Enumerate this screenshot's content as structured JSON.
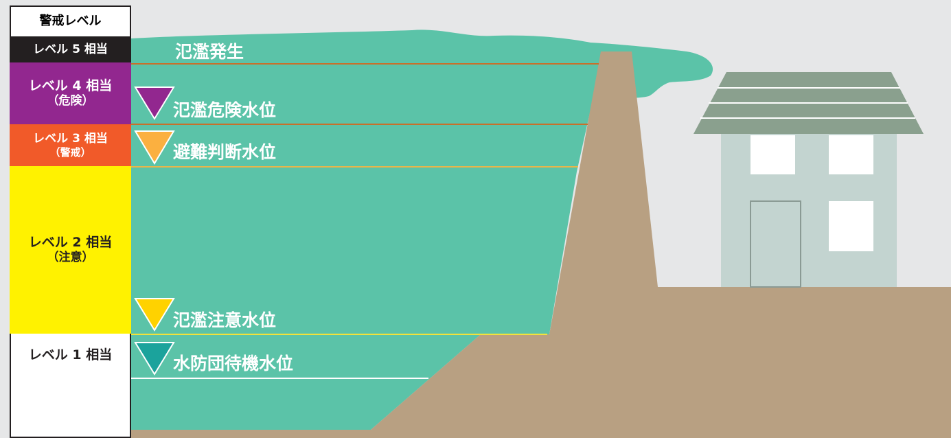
{
  "column": {
    "header": "警戒レベル",
    "levels": [
      {
        "label": "レベル 5 相当",
        "sub": "",
        "color": "#231f20",
        "text_color": "#ffffff"
      },
      {
        "label": "レベル 4 相当",
        "sub": "（危険）",
        "color": "#92278f",
        "text_color": "#ffffff"
      },
      {
        "label": "レベル 3 相当",
        "sub": "（警戒）",
        "color": "#f15a29",
        "text_color": "#ffffff"
      },
      {
        "label": "レベル 2 相当",
        "sub": "（注意）",
        "color": "#fff200",
        "text_color": "#231f20"
      },
      {
        "label": "レベル 1 相当",
        "sub": "",
        "color": "#ffffff",
        "text_color": "#231f20"
      }
    ]
  },
  "water_levels": [
    {
      "label": "氾濫発生",
      "marker_color": ""
    },
    {
      "label": "氾濫危険水位",
      "marker_color": "#92278f",
      "line_color": "#c8702a"
    },
    {
      "label": "避難判断水位",
      "marker_color": "#fbb040",
      "line_color": "#e8b64a"
    },
    {
      "label": "氾濫注意水位",
      "marker_color": "#ffd200",
      "line_color": "#f2e23a"
    },
    {
      "label": "水防団待機水位",
      "marker_color": "#1ba39c",
      "line_color": "#ffffff"
    }
  ],
  "colors": {
    "background": "#e6e7e8",
    "water": "#5bc3a8",
    "levee": "#b8a082",
    "house_wall": "#c3d4d0",
    "roof": "#8aa08e",
    "window": "#ffffff"
  }
}
